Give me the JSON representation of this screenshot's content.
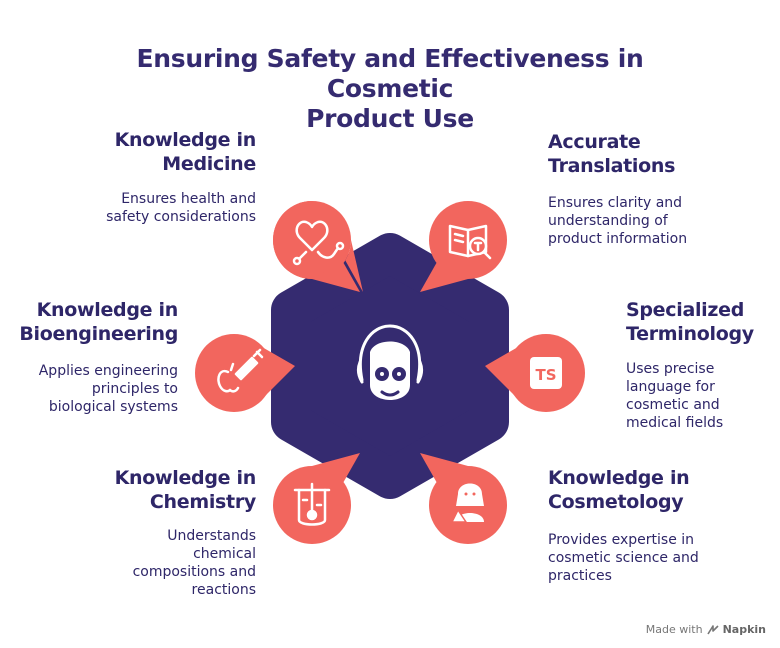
{
  "title_line1": "Ensuring Safety and Effectiveness in Cosmetic",
  "title_line2": "Product Use",
  "items": {
    "medicine": {
      "title1": "Knowledge in",
      "title2": "Medicine",
      "desc": [
        "Ensures health and",
        "safety considerations"
      ],
      "icon": "stethoscope-heart-icon"
    },
    "translations": {
      "title1": "Accurate",
      "title2": "Translations",
      "desc": [
        "Ensures clarity and",
        "understanding of",
        "product information"
      ],
      "icon": "book-translate-icon"
    },
    "bioengineering": {
      "title1": "Knowledge in",
      "title2": "Bioengineering",
      "desc": [
        "Applies engineering",
        "principles to",
        "biological systems"
      ],
      "icon": "apple-syringe-icon"
    },
    "terminology": {
      "title1": "Specialized",
      "title2": "Terminology",
      "desc": [
        "Uses precise",
        "language for",
        "cosmetic and",
        "medical fields"
      ],
      "icon": "ts-code-icon"
    },
    "chemistry": {
      "title1": "Knowledge in",
      "title2": "Chemistry",
      "desc": [
        "Understands",
        "chemical",
        "compositions and",
        "reactions"
      ],
      "icon": "beaker-thermometer-icon"
    },
    "cosmetology": {
      "title1": "Knowledge in",
      "title2": "Cosmetology",
      "desc": [
        "Provides expertise in",
        "cosmetic science and",
        "practices"
      ],
      "icon": "scientist-woman-icon"
    }
  },
  "center_icon": "face-mask-icon",
  "footer": {
    "made_with": "Made with",
    "brand": "Napkin"
  },
  "colors": {
    "hexagon": "#352b70",
    "petal": "#f2665e",
    "text": "#2e2668"
  }
}
